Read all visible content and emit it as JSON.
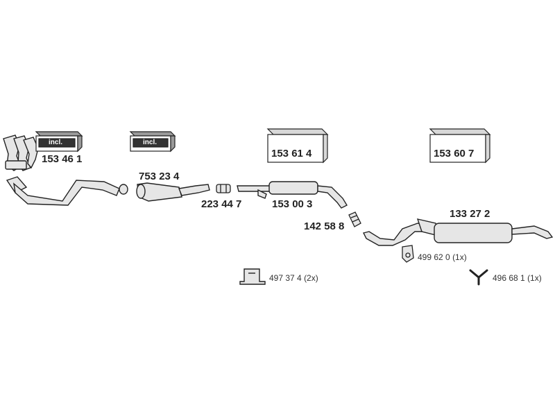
{
  "parts": {
    "manifold": {
      "number": "153 46 1",
      "badge": "incl."
    },
    "front_pipe": {
      "badge": "incl."
    },
    "catalytic_converter": {
      "number": "753 23 4"
    },
    "clamp_front": {
      "number": "223 44 7"
    },
    "center_box": {
      "number": "153 00 3"
    },
    "center_kit": {
      "number": "153 61 4"
    },
    "rear_kit": {
      "number": "153 60 7"
    },
    "clamp_rear": {
      "number": "142 58 8"
    },
    "rear_silencer": {
      "number": "133 27 2"
    },
    "rubber_mount_a": {
      "number": "499 62 0",
      "qty": "(1x)"
    },
    "rubber_mount_b": {
      "number": "497 37 4",
      "qty": "(2x)"
    },
    "y_hanger": {
      "number": "496 68 1",
      "qty": "(1x)"
    }
  },
  "colors": {
    "line": "#222222",
    "part_fill": "#e6e6e6",
    "shadow": "#9a9a9a",
    "badge_fill": "#333333"
  }
}
